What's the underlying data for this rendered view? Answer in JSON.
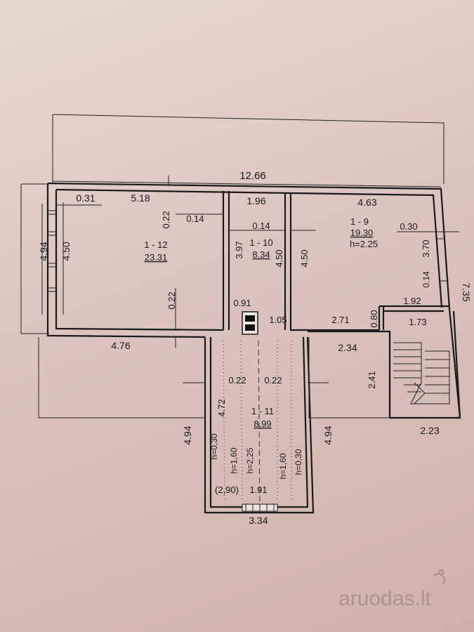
{
  "plan": {
    "overall_width": "12.66",
    "overall_depth": "7.35",
    "left_depth_outer": "4.94",
    "left_depth_inner": "4.50",
    "rooms": {
      "r12": {
        "number": "1 - 12",
        "area": "23.31",
        "width": "5.18",
        "offset": "0.31",
        "wall_top": "0.22",
        "wall_bottom": "0.22",
        "wall_side": "0.14"
      },
      "r10": {
        "number": "1 - 10",
        "area": "8.34",
        "width": "1.96",
        "depth": "3.97",
        "depth_right": "4.50",
        "wall": "0.14",
        "chimney_w": "0.91",
        "gap": "1.05"
      },
      "r9": {
        "number": "1 - 9",
        "area": "19.30",
        "height": "h=2.25",
        "width": "4.63",
        "depth": "4.50",
        "wall_right": "0.30",
        "right_depth": "3.70",
        "wall_small": "0.14",
        "bottom_len": "2.71",
        "bottom_wall": "0.80"
      },
      "stair": {
        "top": "1.92",
        "inner": "1.73",
        "depth": "2.41",
        "bottom": "2.23"
      },
      "r11": {
        "number": "1 - 11",
        "area": "8.99",
        "wall_l": "0.22",
        "wall_r": "0.22",
        "depth": "4.72",
        "ceil_1": "h=0,30",
        "ceil_2": "h=1,60",
        "ceil_3": "h=2,25",
        "ceil_4": "h=1,60",
        "ceil_5": "h=0,30",
        "inner_h": "(2,90)",
        "inner_w": "1.91",
        "outer_w": "3.34"
      }
    },
    "outer_left": "4.76",
    "outer_right": "2.34",
    "side_left": "4.94",
    "side_right": "4.94"
  },
  "watermark": "aruodas.lt"
}
